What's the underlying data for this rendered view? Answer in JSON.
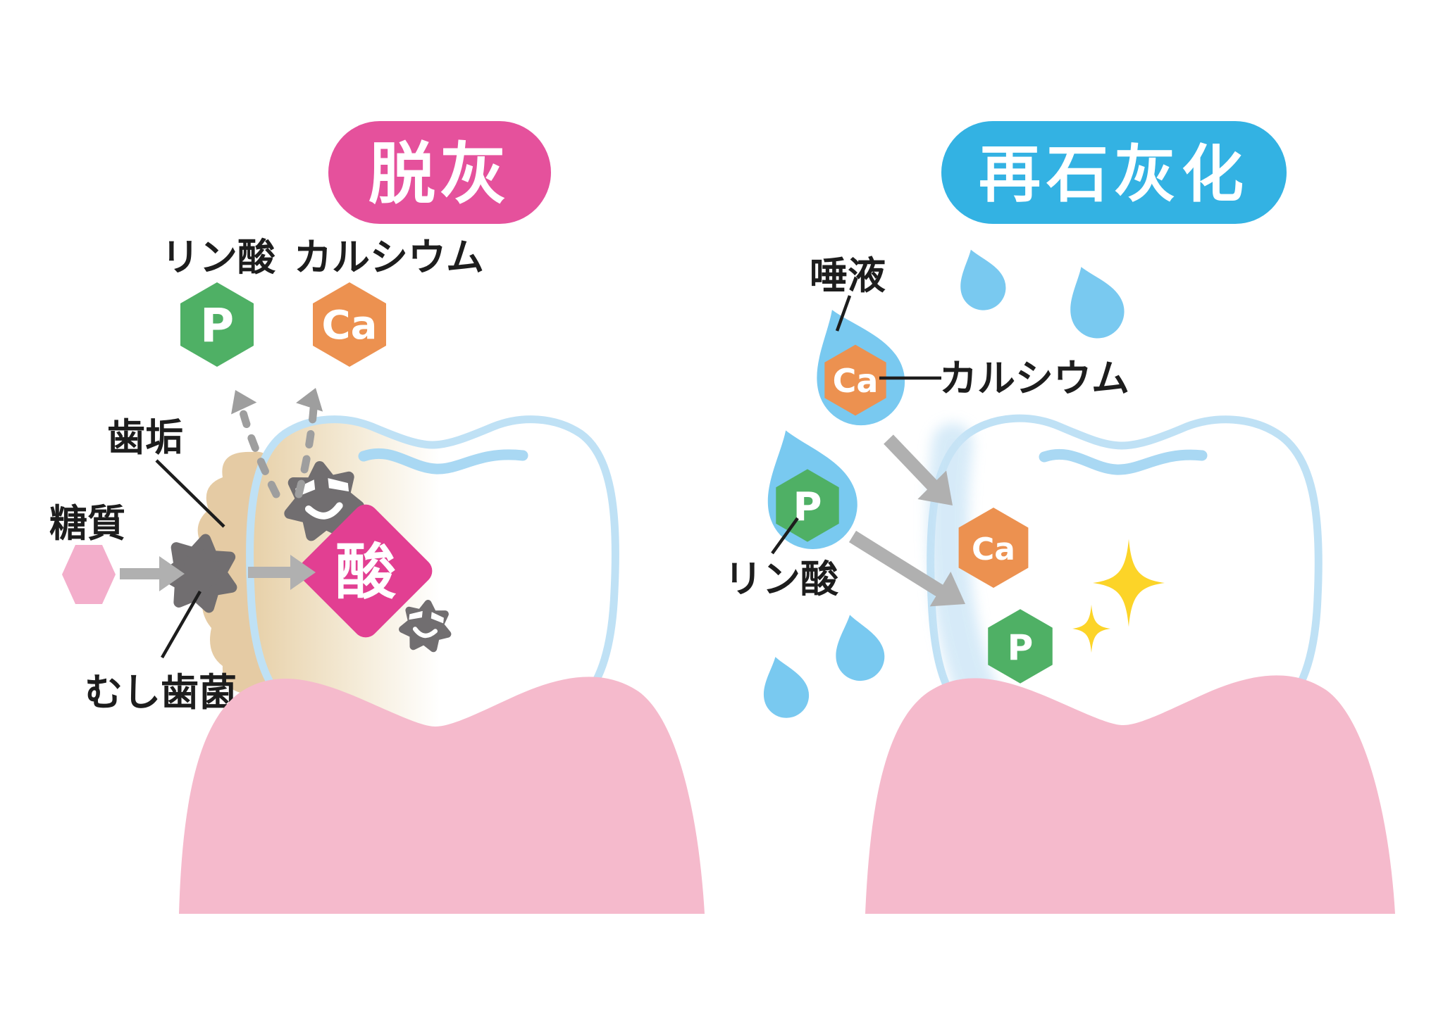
{
  "illustration": {
    "left": {
      "title": "脱灰",
      "phosphate_label": "リン酸",
      "phosphate_symbol": "P",
      "calcium_label": "カルシウム",
      "calcium_symbol": "Ca",
      "plaque_label": "歯垢",
      "sugar_label": "糖質",
      "bacteria_label": "むし歯菌",
      "acid_label": "酸"
    },
    "right": {
      "title": "再石灰化",
      "saliva_label": "唾液",
      "calcium_label": "カルシウム",
      "calcium_symbol": "Ca",
      "phosphate_label": "リン酸",
      "phosphate_symbol": "P"
    },
    "colors": {
      "demineralization_badge": "#e5519c",
      "remineralization_badge": "#33b2e3",
      "acid": "#e23f92",
      "phosphate_green": "#4fb065",
      "calcium_orange": "#ec9150",
      "sugar_pink": "#f3aecb",
      "gum_pink": "#f5bacc",
      "tooth_outline_blue": "#bfe1f5",
      "groove_blue": "#a9d8f3",
      "enamel_band_blue": "#c9e4f6",
      "saliva_blue": "#79c9f0",
      "bacteria_gray": "#716e70",
      "plaque_tan": "#e5cba4",
      "tooth_tan": "#e7d0a8",
      "sparkle_yellow": "#fcd428",
      "arrow_gray": "#b0b0b0",
      "arrow_dash_gray": "#9e9e9e",
      "text_black": "#1d1d1d"
    }
  }
}
